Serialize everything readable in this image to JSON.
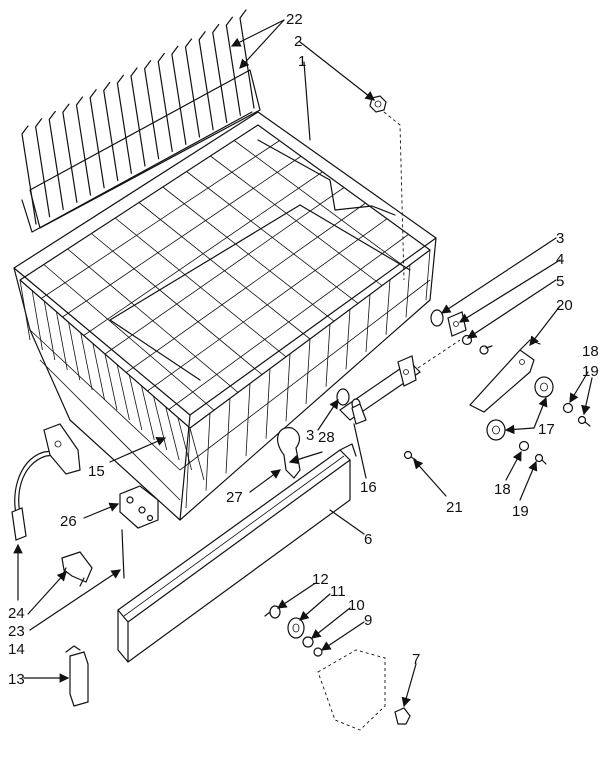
{
  "callouts": [
    {
      "id": "c22",
      "text": "22"
    },
    {
      "id": "c2",
      "text": "2"
    },
    {
      "id": "c1",
      "text": "1"
    },
    {
      "id": "c3a",
      "text": "3"
    },
    {
      "id": "c4",
      "text": "4"
    },
    {
      "id": "c5",
      "text": "5"
    },
    {
      "id": "c20",
      "text": "20"
    },
    {
      "id": "c18a",
      "text": "18"
    },
    {
      "id": "c19a",
      "text": "19"
    },
    {
      "id": "c17",
      "text": "17"
    },
    {
      "id": "c18b",
      "text": "18"
    },
    {
      "id": "c19b",
      "text": "19"
    },
    {
      "id": "c21",
      "text": "21"
    },
    {
      "id": "c16",
      "text": "16"
    },
    {
      "id": "c3b",
      "text": "3"
    },
    {
      "id": "c28",
      "text": "28"
    },
    {
      "id": "c27",
      "text": "27"
    },
    {
      "id": "c15",
      "text": "15"
    },
    {
      "id": "c26",
      "text": "26"
    },
    {
      "id": "c6",
      "text": "6"
    },
    {
      "id": "c12",
      "text": "12"
    },
    {
      "id": "c11",
      "text": "11"
    },
    {
      "id": "c10",
      "text": "10"
    },
    {
      "id": "c9",
      "text": "9"
    },
    {
      "id": "c7",
      "text": "7"
    },
    {
      "id": "c24",
      "text": "24"
    },
    {
      "id": "c23",
      "text": "23"
    },
    {
      "id": "c14",
      "text": "14"
    },
    {
      "id": "c13",
      "text": "13"
    }
  ]
}
